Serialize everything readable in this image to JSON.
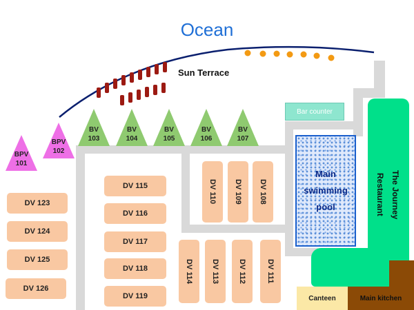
{
  "map": {
    "title": "Ocean",
    "sun_terrace_label": "Sun Terrace",
    "bar_counter_label": "Bar counter",
    "pool_label": "Main\nswimming\npool",
    "restaurant_label": "The Journey\nRestaurant",
    "canteen_label": "Canteen",
    "kitchen_label": "Main kitchen",
    "colors": {
      "ocean_title": "#1f6fd6",
      "shoreline": "#0a1f6e",
      "umbrella": "#f39a13",
      "sunbed": "#9c1a12",
      "pool_border": "#1a5fcc",
      "restaurant": "#00e08a",
      "kitchen": "#8b4a06",
      "villa_dv": "#f9c8a2",
      "villa_bv": "#8fca70",
      "villa_bpv": "#ee6fe6",
      "path": "#d9d9d9"
    },
    "bpv_villas": [
      {
        "type": "BPV",
        "num": "101"
      },
      {
        "type": "BPV",
        "num": "102"
      }
    ],
    "bv_villas": [
      {
        "type": "BV",
        "num": "103"
      },
      {
        "type": "BV",
        "num": "104"
      },
      {
        "type": "BV",
        "num": "105"
      },
      {
        "type": "BV",
        "num": "106"
      },
      {
        "type": "BV",
        "num": "107"
      }
    ],
    "dv_left": [
      "DV 123",
      "DV 124",
      "DV 125",
      "DV 126"
    ],
    "dv_mid": [
      "DV 115",
      "DV 116",
      "DV 117",
      "DV 118",
      "DV 119"
    ],
    "dv_upper_vertical": [
      "DV 110",
      "DV 109",
      "DV 108"
    ],
    "dv_lower_vertical": [
      "DV 114",
      "DV 113",
      "DV 112",
      "DV 111"
    ]
  }
}
